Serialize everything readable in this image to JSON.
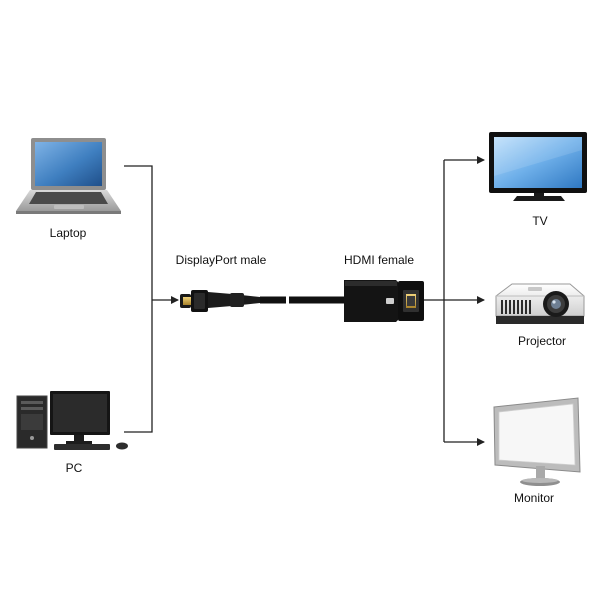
{
  "labels": {
    "laptop": "Laptop",
    "pc": "PC",
    "displayport": "DisplayPort male",
    "hdmi": "HDMI female",
    "tv": "TV",
    "projector": "Projector",
    "monitor": "Monitor"
  },
  "icons": {
    "laptop": "laptop-icon",
    "pc": "desktop-pc-icon",
    "adapter": "displayport-to-hdmi-adapter-icon",
    "tv": "tv-icon",
    "projector": "projector-icon",
    "monitor": "monitor-icon"
  },
  "colors": {
    "line": "#222222",
    "device_dark": "#1a1a1a",
    "screen_blue": "#3f7fc0",
    "gold": "#c9a23a"
  }
}
